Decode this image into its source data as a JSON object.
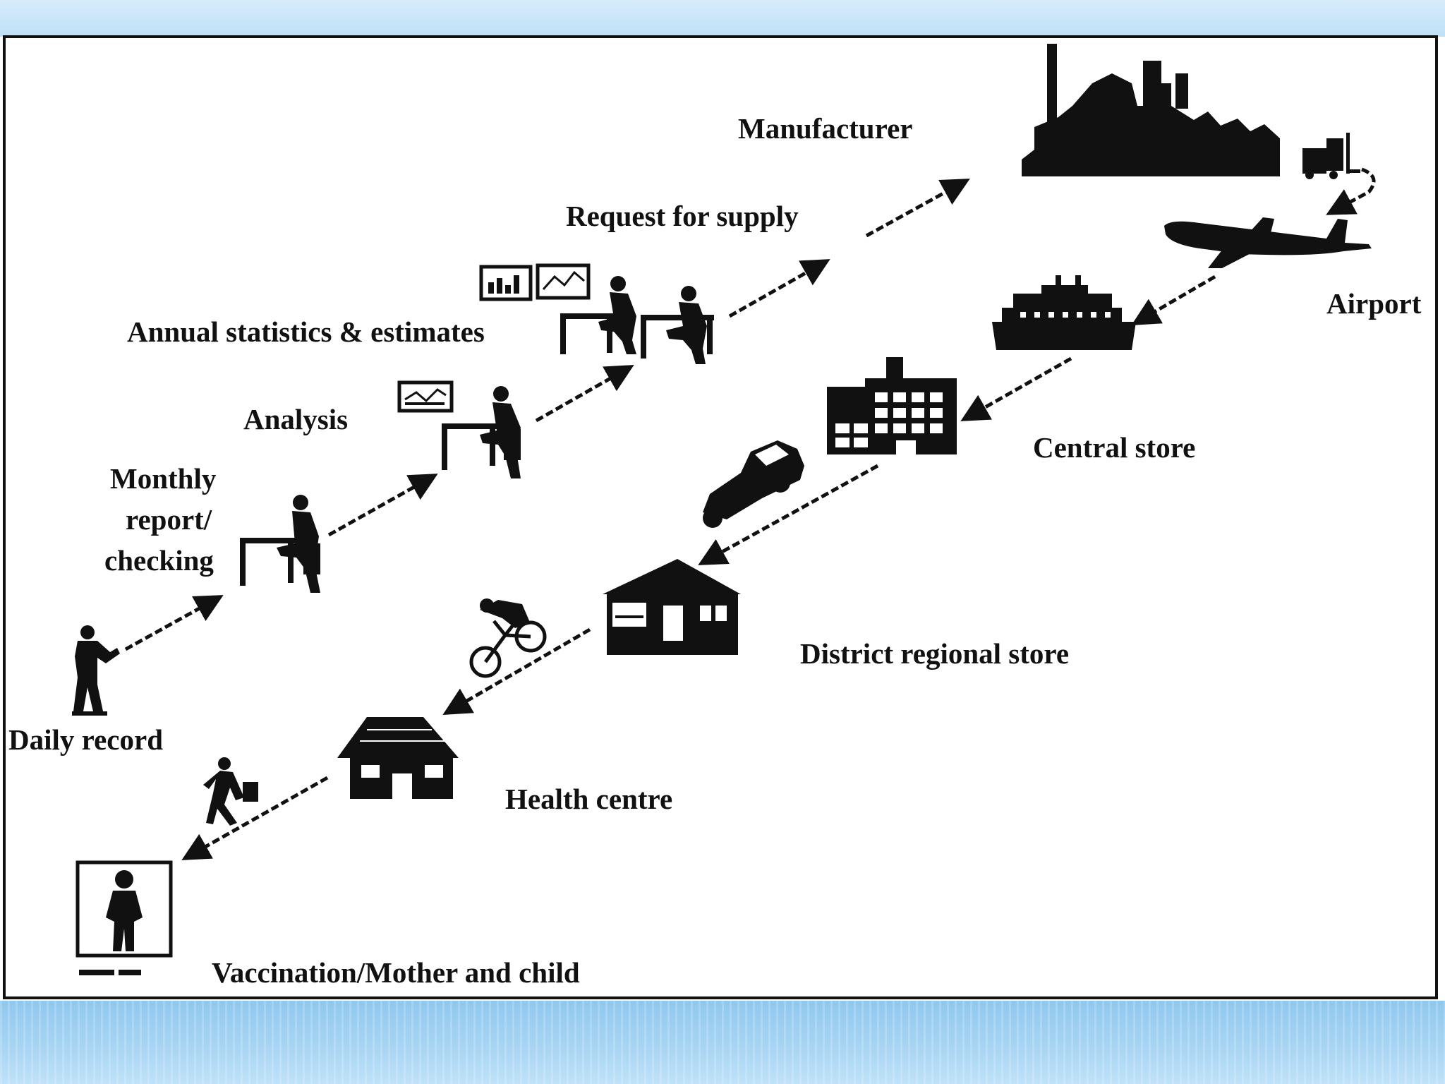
{
  "labels": {
    "manufacturer": "Manufacturer",
    "request_for_supply": "Request for supply",
    "annual_statistics": "Annual statistics & estimates",
    "analysis": "Analysis",
    "monthly_line1": "Monthly",
    "monthly_line2": "report/",
    "monthly_line3": "checking",
    "daily_record": "Daily record",
    "airport": "Airport",
    "central_store": "Central store",
    "district_regional_store": "District regional store",
    "health_centre": "Health centre",
    "vaccination": "Vaccination/Mother and child"
  },
  "icons": {
    "factory": "factory-icon",
    "forklift": "forklift-icon",
    "airplane": "airplane-icon",
    "ship": "ship-icon",
    "office": "office-building-icon",
    "truck": "truck-icon",
    "district_store": "store-building-icon",
    "bicycle": "bicycle-icon",
    "health_centre": "hut-icon",
    "walker": "walking-person-icon",
    "mother_child": "mother-child-icon",
    "daily_worker": "person-writing-icon",
    "desk_worker": "desk-worker-icon",
    "chart_board": "chart-board-icon"
  },
  "colors": {
    "ink": "#111111",
    "top_band": "#cfe7f9",
    "bottom_band": "#9fd0f1"
  }
}
